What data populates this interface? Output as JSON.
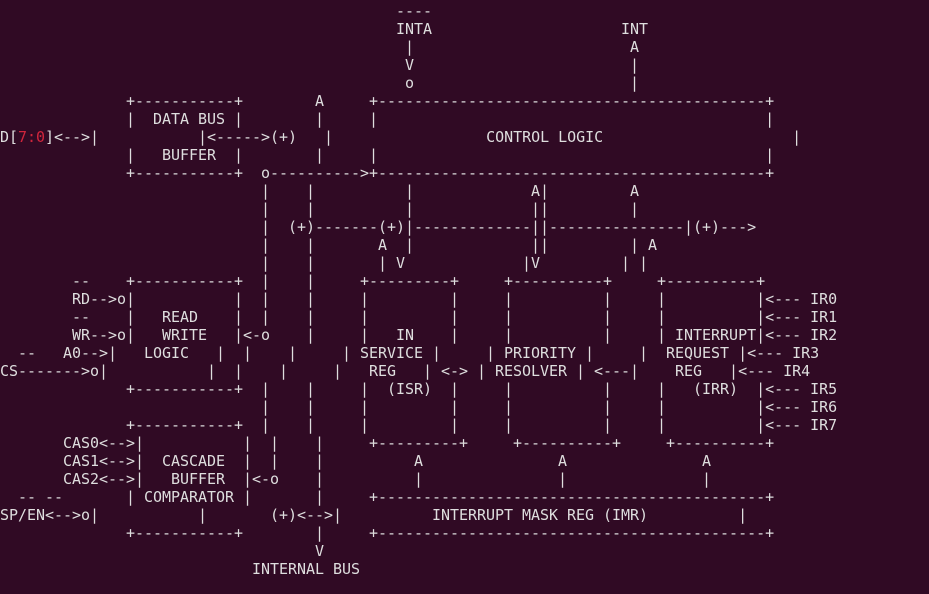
{
  "terminal": {
    "background": "#300a24",
    "foreground": "#dedede",
    "accent": "#d0253c"
  },
  "diagram": {
    "lines": [
      "                                            ----",
      "                                            INTA                     INT",
      "                                             |                        A",
      "                                             V                        |",
      "                                             o                        |",
      "              +-----------+        A     +-------------------------------------------+",
      "              |  DATA BUS |        |     |                                           |",
      "D[",
      "              |   BUFFER  |        |     |                                           |",
      "              +-----------+  o---------->+-------------------------------------------+",
      "                             |    |          |             A|         A",
      "                             |    |          |             ||         |",
      "                             |  (+)-------(+)|-------------||---------------|(+)--->",
      "                             |    |       A  |             ||         | A",
      "                             |    |       | V             |V         | |",
      "        --    +-----------+  |    |     +---------+     +----------+     +----------+",
      "        RD-->o|           |  |    |     |         |     |          |     |          |<--- IR0",
      "        --    |   READ    |  |    |     |         |     |          |     |          |<--- IR1",
      "        WR-->o|   WRITE   |<-o    |     |   IN    |     |          |     | INTERRUPT|<--- IR2",
      "  --   A0-->|   LOGIC   |  |    |     | SERVICE |     | PRIORITY |     |  REQUEST |<--- IR3",
      "CS------->o|           |  |    |     |   REG   | <-> | RESOLVER | <---|    REG   |<--- IR4",
      "              +-----------+  |    |     |  (ISR)  |     |          |     |   (IRR)  |<--- IR5",
      "                             |    |     |         |     |          |     |          |<--- IR6",
      "              +-----------+  |    |     |         |     |          |     |          |<--- IR7",
      "       CAS0<-->|           |  |    |     +---------+     +----------+     +----------+",
      "       CAS1<-->|  CASCADE  |  |    |          A               A               A",
      "       CAS2<-->|   BUFFER  |<-o    |          |               |               |",
      "  -- --       | COMPARATOR |       |     +-------------------------------------------+",
      "SP/EN<-->o|           |       (+)<-->|          INTERRUPT MASK REG (IMR)          |",
      "              +-----------+        |     +-------------------------------------------+",
      "                                   V",
      "                            INTERNAL BUS"
    ],
    "data_bus_line": {
      "prefix": "D[",
      "bits": "7:0",
      "suffix": "]<-->|           |<----->(+)   |                 CONTROL LOGIC                     |"
    }
  }
}
